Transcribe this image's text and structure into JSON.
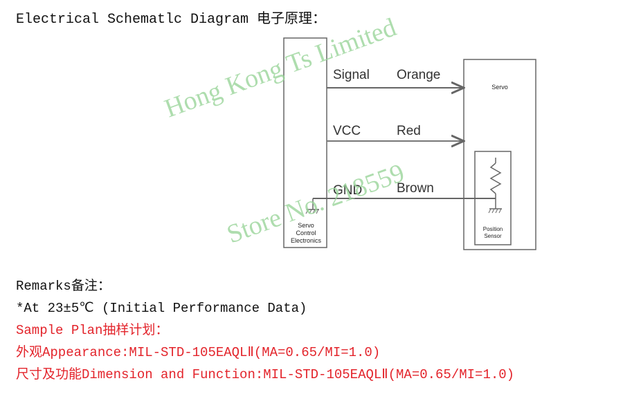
{
  "title": "Electrical Schematlc Diagram 电子原理：",
  "diagram": {
    "wires": [
      {
        "name": "Signal",
        "color_name": "Orange"
      },
      {
        "name": "VCC",
        "color_name": "Red"
      },
      {
        "name": "GND",
        "color_name": "Brown"
      }
    ],
    "control_box_label": [
      "Servo",
      "Control",
      "Electronics"
    ],
    "servo_box_label": "Servo",
    "sensor_label": [
      "Position",
      "Sensor"
    ]
  },
  "watermark": {
    "line1": "Hong Kong Ts Limited",
    "line2": "Store No. 218559"
  },
  "remarks": {
    "heading": "Remarks备注：",
    "condition": "*At 23±5℃ (Initial Performance Data)",
    "sample_plan": "Sample Plan抽样计划：",
    "appearance": "外观Appearance:MIL-STD-105EAQLⅡ(MA=0.65/MI=1.0)",
    "dimension": "尺寸及功能Dimension and Function:MIL-STD-105EAQLⅡ(MA=0.65/MI=1.0)"
  },
  "colors": {
    "text": "#111111",
    "red_text": "#e3242b",
    "watermark": "#9ad59a",
    "line": "#777777"
  }
}
